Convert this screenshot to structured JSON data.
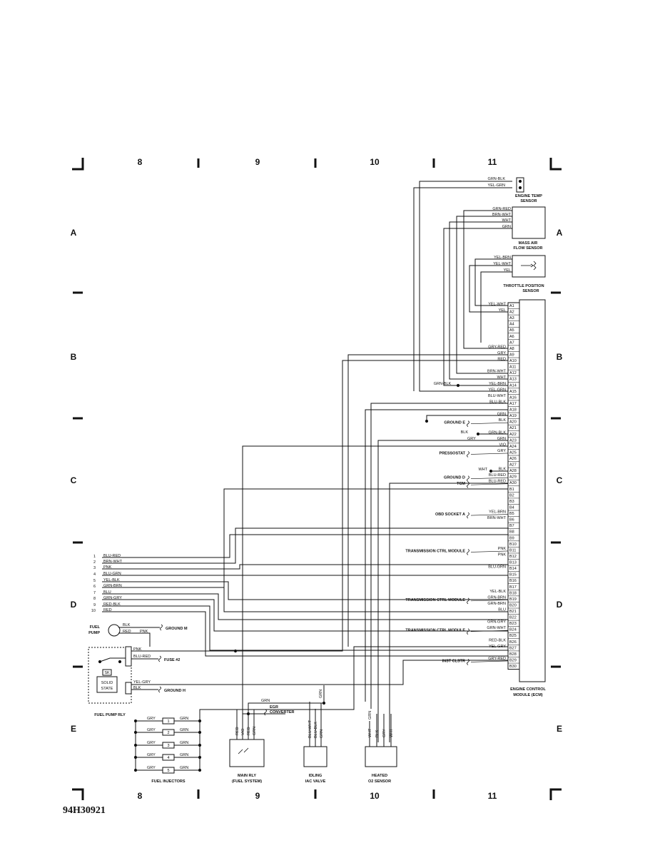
{
  "grid": {
    "columns": [
      "8",
      "9",
      "10",
      "11"
    ],
    "rows": [
      "A",
      "B",
      "C",
      "D",
      "E"
    ]
  },
  "document_id": "94H30921",
  "components": {
    "engine_temp": {
      "name": [
        "ENGINE TEMP",
        "SENSOR"
      ],
      "wires": [
        "GRN-BLK",
        "YEL-GRN"
      ]
    },
    "maf": {
      "name": [
        "MASS AIR",
        "FLOW SENSOR"
      ],
      "wires": [
        "GRN-RED",
        "BRN-WHT",
        "WHT",
        "GRN"
      ]
    },
    "tps": {
      "name": [
        "THROTTLE POSITION",
        "SENSOR"
      ],
      "wires": [
        "YEL-BRN",
        "YEL-WHT",
        "YEL"
      ]
    },
    "ecm": {
      "name": [
        "ENGINE CONTROL",
        "MODULE (ECM)"
      ]
    },
    "fuel_pump": {
      "name": [
        "FUEL",
        "PUMP"
      ]
    },
    "fuel_pump_relay": {
      "name": "FUEL PUMP RLY",
      "inner": [
        "SOLID",
        "STATE"
      ]
    },
    "fuel_injectors": {
      "name": "FUEL INJECTORS",
      "numbers": [
        "1",
        "2",
        "3",
        "4",
        "5"
      ],
      "wire_left": "GRY",
      "wire_right": "GRN"
    },
    "main_relay": {
      "name": [
        "MAIN RLY",
        "(FUEL SYSTEM)"
      ],
      "wires": [
        "RED",
        "VIO",
        "RED",
        "GRN"
      ]
    },
    "egr": {
      "name": [
        "EGR",
        "CONVERTER"
      ],
      "wire": "GRN"
    },
    "iac": {
      "name": [
        "IDLING",
        "IAC VALVE"
      ],
      "wires": [
        "BLU-WHT",
        "BLU-BLK",
        "GRN"
      ]
    },
    "o2": {
      "name": [
        "HEATED",
        "O2 SENSOR"
      ],
      "wires": [
        "WHT",
        "BLK",
        "GRY",
        "WHT"
      ]
    }
  },
  "ecm_pins": [
    {
      "pin": "A1",
      "wire": "YEL-WHT",
      "label": ""
    },
    {
      "pin": "A2",
      "wire": "YEL",
      "label": ""
    },
    {
      "pin": "A3",
      "wire": "",
      "label": ""
    },
    {
      "pin": "A4",
      "wire": "",
      "label": ""
    },
    {
      "pin": "A5",
      "wire": "",
      "label": ""
    },
    {
      "pin": "A6",
      "wire": "",
      "label": ""
    },
    {
      "pin": "A7",
      "wire": "",
      "label": ""
    },
    {
      "pin": "A8",
      "wire": "GRY-RED",
      "label": ""
    },
    {
      "pin": "A9",
      "wire": "GRY",
      "label": ""
    },
    {
      "pin": "A10",
      "wire": "RED",
      "label": ""
    },
    {
      "pin": "A11",
      "wire": "",
      "label": ""
    },
    {
      "pin": "A12",
      "wire": "BRN-WHT",
      "label": ""
    },
    {
      "pin": "A13",
      "wire": "WHT",
      "label": ""
    },
    {
      "pin": "A14",
      "wire": "YEL-BRN",
      "label": ""
    },
    {
      "pin": "A15",
      "wire": "YEL-GRN",
      "label": ""
    },
    {
      "pin": "A16",
      "wire": "BLU-WHT",
      "label": ""
    },
    {
      "pin": "A17",
      "wire": "BLU-BLK",
      "label": ""
    },
    {
      "pin": "A18",
      "wire": "",
      "label": ""
    },
    {
      "pin": "A19",
      "wire": "GRN",
      "label": ""
    },
    {
      "pin": "A20",
      "wire": "BLK",
      "label": "GROUND E"
    },
    {
      "pin": "A21",
      "wire": "",
      "label": ""
    },
    {
      "pin": "A22",
      "wire": "GRN-BLK",
      "label": ""
    },
    {
      "pin": "A23",
      "wire": "GRN",
      "label": ""
    },
    {
      "pin": "A24",
      "wire": "VIO",
      "label": ""
    },
    {
      "pin": "A25",
      "wire": "GRY",
      "label": "PRESSOSTAT"
    },
    {
      "pin": "A26",
      "wire": "",
      "label": ""
    },
    {
      "pin": "A27",
      "wire": "",
      "label": ""
    },
    {
      "pin": "A28",
      "wire": "BLK",
      "label": ""
    },
    {
      "pin": "A29",
      "wire": "BLU-RED",
      "label": "GROUND D"
    },
    {
      "pin": "A30",
      "wire": "BLU-RED",
      "label": "TCM"
    },
    {
      "pin": "B1",
      "wire": "",
      "label": ""
    },
    {
      "pin": "B2",
      "wire": "",
      "label": ""
    },
    {
      "pin": "B3",
      "wire": "",
      "label": ""
    },
    {
      "pin": "B4",
      "wire": "",
      "label": ""
    },
    {
      "pin": "B5",
      "wire": "YEL-BRN",
      "label": "OBD SOCKET A"
    },
    {
      "pin": "B6",
      "wire": "BRN-WHT",
      "label": ""
    },
    {
      "pin": "B7",
      "wire": "",
      "label": ""
    },
    {
      "pin": "B8",
      "wire": "",
      "label": ""
    },
    {
      "pin": "B9",
      "wire": "",
      "label": ""
    },
    {
      "pin": "B10",
      "wire": "",
      "label": ""
    },
    {
      "pin": "B11",
      "wire": "PNK",
      "label": "TRANSMISSION CTRL MODULE"
    },
    {
      "pin": "B12",
      "wire": "PNK",
      "label": ""
    },
    {
      "pin": "B13",
      "wire": "",
      "label": ""
    },
    {
      "pin": "B14",
      "wire": "BLU-GRN",
      "label": ""
    },
    {
      "pin": "B15",
      "wire": "",
      "label": ""
    },
    {
      "pin": "B16",
      "wire": "",
      "label": ""
    },
    {
      "pin": "B17",
      "wire": "",
      "label": ""
    },
    {
      "pin": "B18",
      "wire": "YEL-BLK",
      "label": ""
    },
    {
      "pin": "B19",
      "wire": "GRN-BRN",
      "label": "TRANSMISSION CTRL MODULE"
    },
    {
      "pin": "B20",
      "wire": "GRN-BRN",
      "label": ""
    },
    {
      "pin": "B21",
      "wire": "BLU",
      "label": ""
    },
    {
      "pin": "B22",
      "wire": "",
      "label": ""
    },
    {
      "pin": "B23",
      "wire": "GRN-GRY",
      "label": ""
    },
    {
      "pin": "B24",
      "wire": "GRN-WHT",
      "label": "TRANSMISSION CTRL MODULE"
    },
    {
      "pin": "B25",
      "wire": "",
      "label": ""
    },
    {
      "pin": "B26",
      "wire": "RED-BLK",
      "label": ""
    },
    {
      "pin": "B27",
      "wire": "YEL-GRY",
      "label": ""
    },
    {
      "pin": "B28",
      "wire": "",
      "label": ""
    },
    {
      "pin": "B29",
      "wire": "GRY-RED",
      "label": "INST CLSTR"
    },
    {
      "pin": "B30",
      "wire": "",
      "label": ""
    }
  ],
  "inline_labels": {
    "grn_blk_a14": "GRN-BLK",
    "blk_a22": "BLK",
    "gry_a23": "GRY",
    "wht_a28": "WHT"
  },
  "left_harness": [
    {
      "num": "1",
      "wire": "BLU-RED"
    },
    {
      "num": "2",
      "wire": "BRN-WHT"
    },
    {
      "num": "3",
      "wire": "PNK"
    },
    {
      "num": "4",
      "wire": "BLU-GRN"
    },
    {
      "num": "5",
      "wire": "YEL-BLK"
    },
    {
      "num": "6",
      "wire": "GRN-BRN"
    },
    {
      "num": "7",
      "wire": "BLU"
    },
    {
      "num": "8",
      "wire": "GRN-GRY"
    },
    {
      "num": "9",
      "wire": "RED-BLK"
    },
    {
      "num": "10",
      "wire": "RED"
    }
  ],
  "fuel_pump_wires": {
    "blk": "BLK",
    "red": "RED",
    "pnk": "PNK",
    "ground_m": "GROUND M"
  },
  "relay_wires": {
    "pnk": "PNK",
    "blu_red": "BLU-RED",
    "fuse": "FUSE #2",
    "yel_gry": "YEL-GRY",
    "blk": "BLK",
    "ground_h": "GROUND H",
    "sk": "SK"
  }
}
